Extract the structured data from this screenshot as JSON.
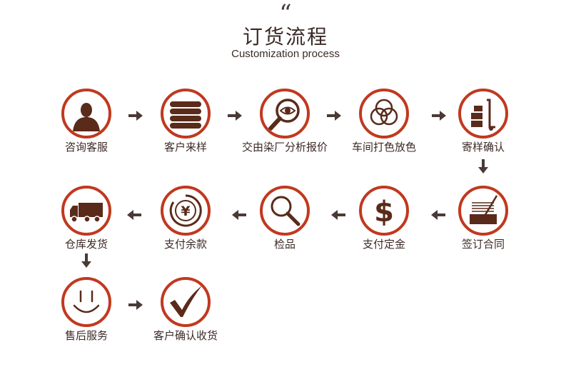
{
  "header": {
    "quote_mark": "“",
    "title": "订货流程",
    "subtitle": "Customization process"
  },
  "steps": [
    {
      "label": "咨询客服",
      "icon": "person-silhouette-icon"
    },
    {
      "label": "客户来样",
      "icon": "fabric-stack-icon"
    },
    {
      "label": "交由染厂分析报价",
      "icon": "magnifier-eye-icon"
    },
    {
      "label": "车间打色放色",
      "icon": "color-circles-icon"
    },
    {
      "label": "寄样确认",
      "icon": "hand-truck-boxes-icon"
    },
    {
      "label": "签订合同",
      "icon": "contract-signing-icon"
    },
    {
      "label": "支付定金",
      "icon": "dollar-sign-icon"
    },
    {
      "label": "检品",
      "icon": "magnifying-glass-icon"
    },
    {
      "label": "支付余款",
      "icon": "yen-coin-icon"
    },
    {
      "label": "仓库发货",
      "icon": "delivery-truck-icon"
    },
    {
      "label": "售后服务",
      "icon": "smiley-face-icon"
    },
    {
      "label": "客户确认收货",
      "icon": "checkmark-icon"
    }
  ],
  "colors": {
    "ring": "#c0391f",
    "icon": "#5a2a1a",
    "arrow": "#4a3a36",
    "text": "#3b2a26"
  }
}
